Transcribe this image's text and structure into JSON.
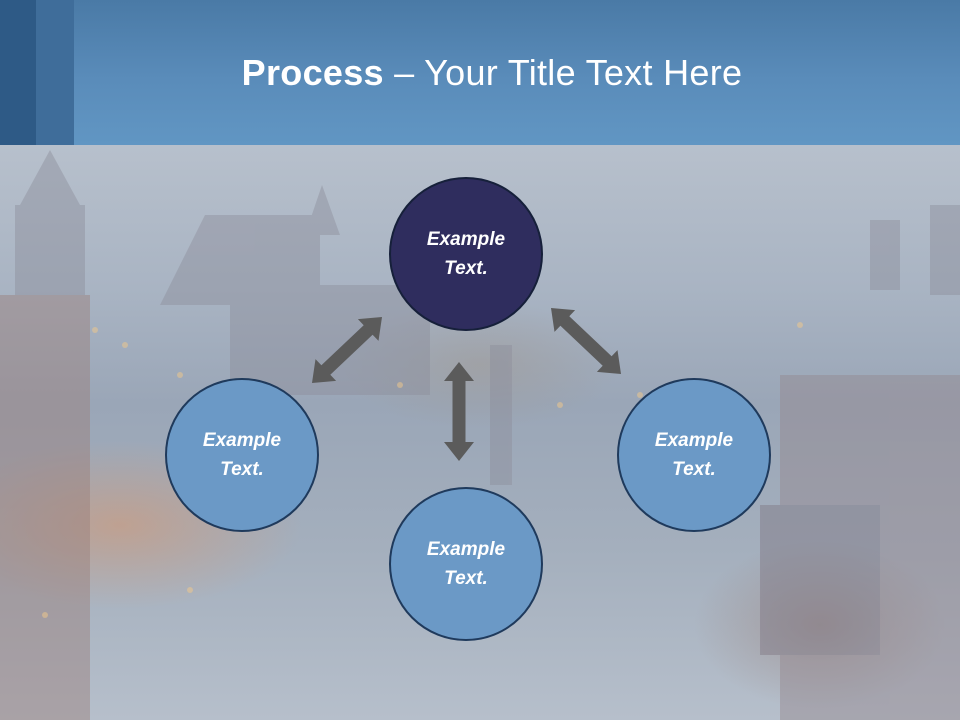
{
  "slide": {
    "title_bold": "Process",
    "title_rest": " – Your Title Text Here"
  },
  "diagram": {
    "nodes": [
      {
        "id": "top",
        "label_line1": "Example",
        "label_line2": "Text.",
        "fill": "#2f2d5e"
      },
      {
        "id": "left",
        "label_line1": "Example",
        "label_line2": "Text.",
        "fill": "#6b99c6"
      },
      {
        "id": "right",
        "label_line1": "Example",
        "label_line2": "Text.",
        "fill": "#6b99c6"
      },
      {
        "id": "bottom",
        "label_line1": "Example",
        "label_line2": "Text.",
        "fill": "#6b99c6"
      }
    ],
    "arrow_color": "#5b5b5b"
  },
  "colors": {
    "header": "#5a8cba",
    "accent_dark": "#2e5a86",
    "node_light": "#6b99c6",
    "node_dark": "#2f2d5e"
  }
}
